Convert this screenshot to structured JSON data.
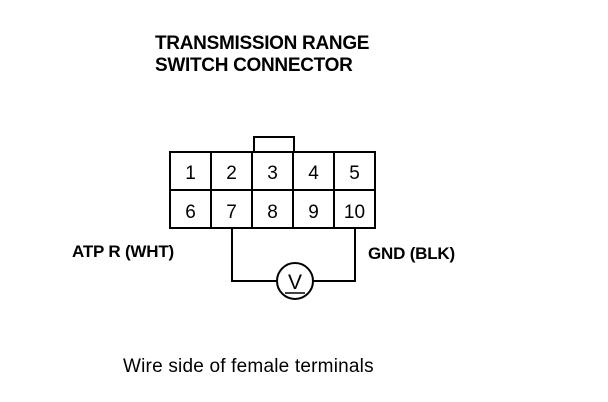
{
  "title_lines": [
    "TRANSMISSION RANGE",
    "SWITCH CONNECTOR"
  ],
  "connector": {
    "top_row": [
      "1",
      "2",
      "3",
      "4",
      "5"
    ],
    "bottom_row": [
      "6",
      "7",
      "8",
      "9",
      "10"
    ]
  },
  "left_wire_label": "ATP R (WHT)",
  "right_wire_label": "GND (BLK)",
  "meter_symbol": "V",
  "caption": "Wire side of female terminals"
}
